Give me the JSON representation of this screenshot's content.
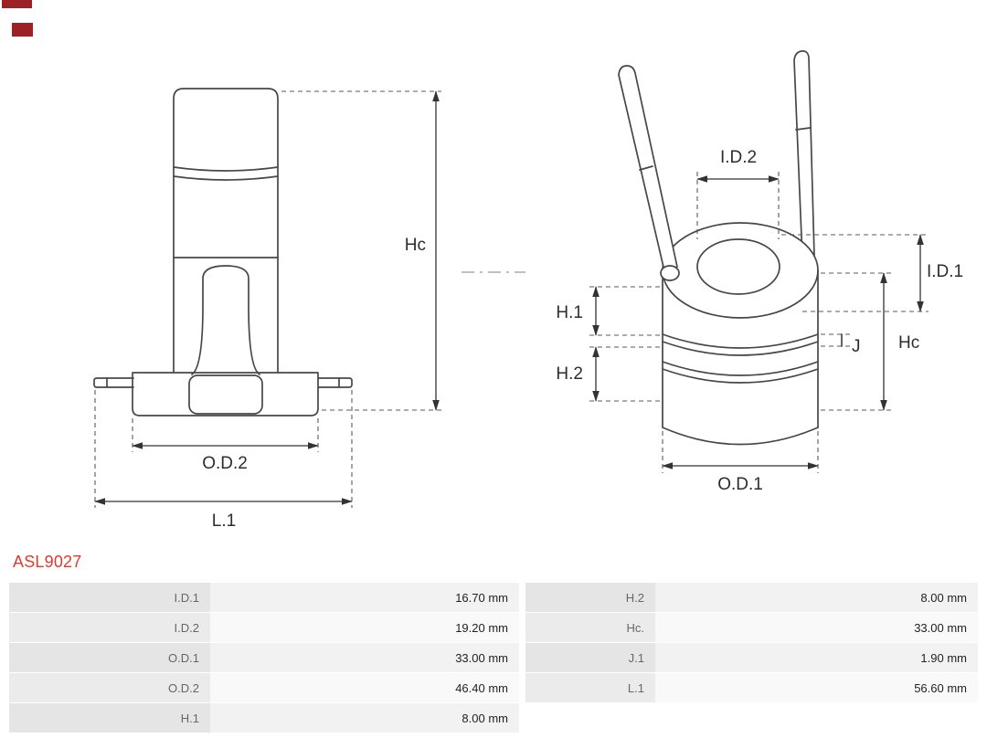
{
  "branding": {
    "logo_color": "#9d2025"
  },
  "product": {
    "code": "ASL9027",
    "code_color": "#e0392f"
  },
  "diagram": {
    "left_view": {
      "hc": "Hc",
      "od2": "O.D.2",
      "l1": "L.1"
    },
    "right_view": {
      "id2": "I.D.2",
      "id1": "I.D.1",
      "h1": "H.1",
      "h2": "H.2",
      "j": "J",
      "hc": "Hc",
      "od1": "O.D.1"
    }
  },
  "spec_table": {
    "left_rows": [
      {
        "label": "I.D.1",
        "value": "16.70 mm"
      },
      {
        "label": "I.D.2",
        "value": "19.20 mm"
      },
      {
        "label": "O.D.1",
        "value": "33.00 mm"
      },
      {
        "label": "O.D.2",
        "value": "46.40 mm"
      },
      {
        "label": "H.1",
        "value": "8.00 mm"
      }
    ],
    "right_rows": [
      {
        "label": "H.2",
        "value": "8.00 mm"
      },
      {
        "label": "Hc.",
        "value": "33.00 mm"
      },
      {
        "label": "J.1",
        "value": "1.90 mm"
      },
      {
        "label": "L.1",
        "value": "56.60 mm"
      }
    ]
  }
}
